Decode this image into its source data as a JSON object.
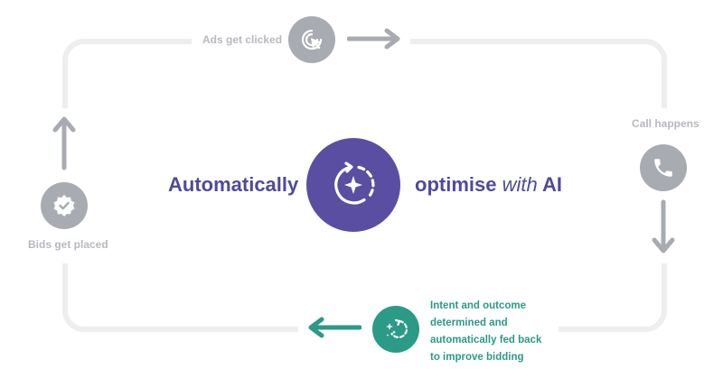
{
  "steps": {
    "ads_clicked": "Ads get clicked",
    "call_happens": "Call happens",
    "bids_placed": "Bids get placed",
    "intent_outcome": "Intent and outcome determined and automatically fed back to improve bidding"
  },
  "center": {
    "left_word": "Automatically",
    "optimise": "optimise",
    "with": "with",
    "ai": "AI"
  },
  "colors": {
    "purple": "#5a4ea3",
    "headline": "#4f4a9c",
    "teal": "#2b9a86",
    "grey_icon": "#a8abb1",
    "grey_label": "#b7b9bf",
    "loop_line": "#eeeeef"
  }
}
